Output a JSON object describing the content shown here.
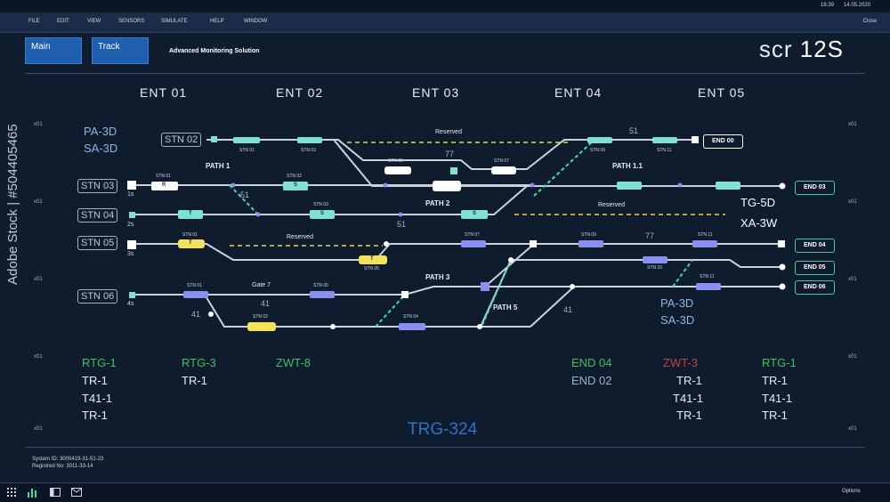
{
  "topbar": {
    "time": "16:39",
    "date": "14.05.2020"
  },
  "menu": {
    "items": [
      "FILE",
      "EDIT",
      "VIEW",
      "SENSORS",
      "SIMULATE",
      "HELP",
      "WINDOW"
    ],
    "close_label": "Close"
  },
  "tabs": {
    "main_label": "Main",
    "track_label": "Track"
  },
  "app": {
    "name": "Advanced Monitoring Solution",
    "screen_prefix": "scr",
    "screen_code": "12S"
  },
  "entries": [
    "ENT 01",
    "ENT 02",
    "ENT 03",
    "ENT 04",
    "ENT 05"
  ],
  "side_labels": {
    "left": "x01",
    "right": "x01"
  },
  "stations": [
    "STN 02",
    "STN 03",
    "STN 04",
    "STN 05",
    "STN 06"
  ],
  "ends": [
    "END 00",
    "END 03",
    "END 04",
    "END 05",
    "END 06"
  ],
  "time_labels": [
    "1s",
    "2s",
    "3s",
    "4s"
  ],
  "codes_left": [
    "PA-3D",
    "SA-3D"
  ],
  "codes_right_top": [
    "TG-5D",
    "XA-3W"
  ],
  "codes_right_mid": [
    "PA-3D",
    "SA-3D"
  ],
  "path_labels": [
    "PATH 1",
    "PATH 2",
    "PATH 1.1",
    "PATH 3",
    "PATH 5"
  ],
  "reserved_label": "Reserved",
  "gate_label": "Gate 7",
  "track_numbers": [
    "51",
    "77",
    "51",
    "51",
    "77",
    "41",
    "41",
    "41"
  ],
  "track_stn_labels": [
    "STN 01",
    "STN 03",
    "STN 05",
    "STN 07",
    "STN 09",
    "STN 11",
    "STN 01",
    "STN 02",
    "STN 03",
    "STN 01",
    "STN 07",
    "STN 09",
    "STN 11",
    "STN 05",
    "STN 10",
    "STN 01",
    "STN 05",
    "STN 02",
    "STN 04",
    "STN 11"
  ],
  "block_letters": [
    "R",
    "S",
    "T",
    "S",
    "S",
    "T",
    "T"
  ],
  "status": [
    {
      "head": "RTG-1",
      "color": "#3fbf5f",
      "lines": [
        "TR-1",
        "T41-1",
        "TR-1"
      ]
    },
    {
      "head": "RTG-3",
      "color": "#3fbf5f",
      "lines": [
        "TR-1"
      ]
    },
    {
      "head": "ZWT-8",
      "color": "#3fbf5f",
      "lines": []
    },
    {
      "head": "END 04",
      "color": "#3fbf5f",
      "lines": [
        "END 02"
      ]
    },
    {
      "head": "ZWT-3",
      "color": "#c0404a",
      "lines": [
        "TR-1",
        "T41-1",
        "TR-1"
      ]
    },
    {
      "head": "RTG-1",
      "color": "#3fbf5f",
      "lines": [
        "TR-1",
        "T41-1",
        "TR-1"
      ]
    }
  ],
  "center_code": "TRG-324",
  "footer": {
    "system_id": "System ID: 3005419-31-51-23",
    "registered": "Registred No: 3011-33-14"
  },
  "bottombar": {
    "options_label": "Options"
  },
  "watermark": "Adobe Stock | #504405465",
  "colors": {
    "accent": "#1f5fae",
    "track": "#c8d3df",
    "violet": "#8a8ff0",
    "cyan": "#7fe0d8",
    "yellow": "#f2e25a",
    "green": "#3fbf5f",
    "red": "#c0404a",
    "end_border": "#3fc7a6"
  }
}
